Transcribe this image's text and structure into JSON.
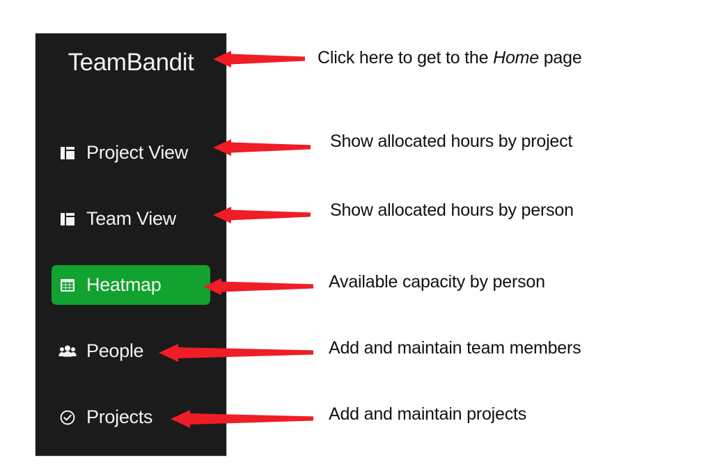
{
  "app": {
    "brand": "TeamBandit",
    "accent_color": "#11a22f",
    "sidebar_color": "#1b1b1b",
    "arrow_color": "#ef1d26",
    "text_color": "#f2f2f2",
    "annotation_color": "#111111"
  },
  "sidebar": {
    "items": [
      {
        "label": "Project View",
        "icon": "dashboard-layout-icon",
        "active": false
      },
      {
        "label": "Team View",
        "icon": "dashboard-layout-icon",
        "active": false
      },
      {
        "label": "Heatmap",
        "icon": "grid-table-icon",
        "active": true
      },
      {
        "label": "People",
        "icon": "people-group-icon",
        "active": false
      },
      {
        "label": "Projects",
        "icon": "check-circle-icon",
        "active": false
      }
    ]
  },
  "annotations": [
    {
      "prefix": "Click here to get to the ",
      "emphasis": "Home",
      "suffix": " page",
      "target": "TeamBandit"
    },
    {
      "text": "Show allocated hours by project",
      "target": "Project View"
    },
    {
      "text": "Show allocated hours by person",
      "target": "Team View"
    },
    {
      "text": "Available capacity by person",
      "target": "Heatmap"
    },
    {
      "text": "Add and maintain team members",
      "target": "People"
    },
    {
      "text": "Add and maintain projects",
      "target": "Projects"
    }
  ]
}
